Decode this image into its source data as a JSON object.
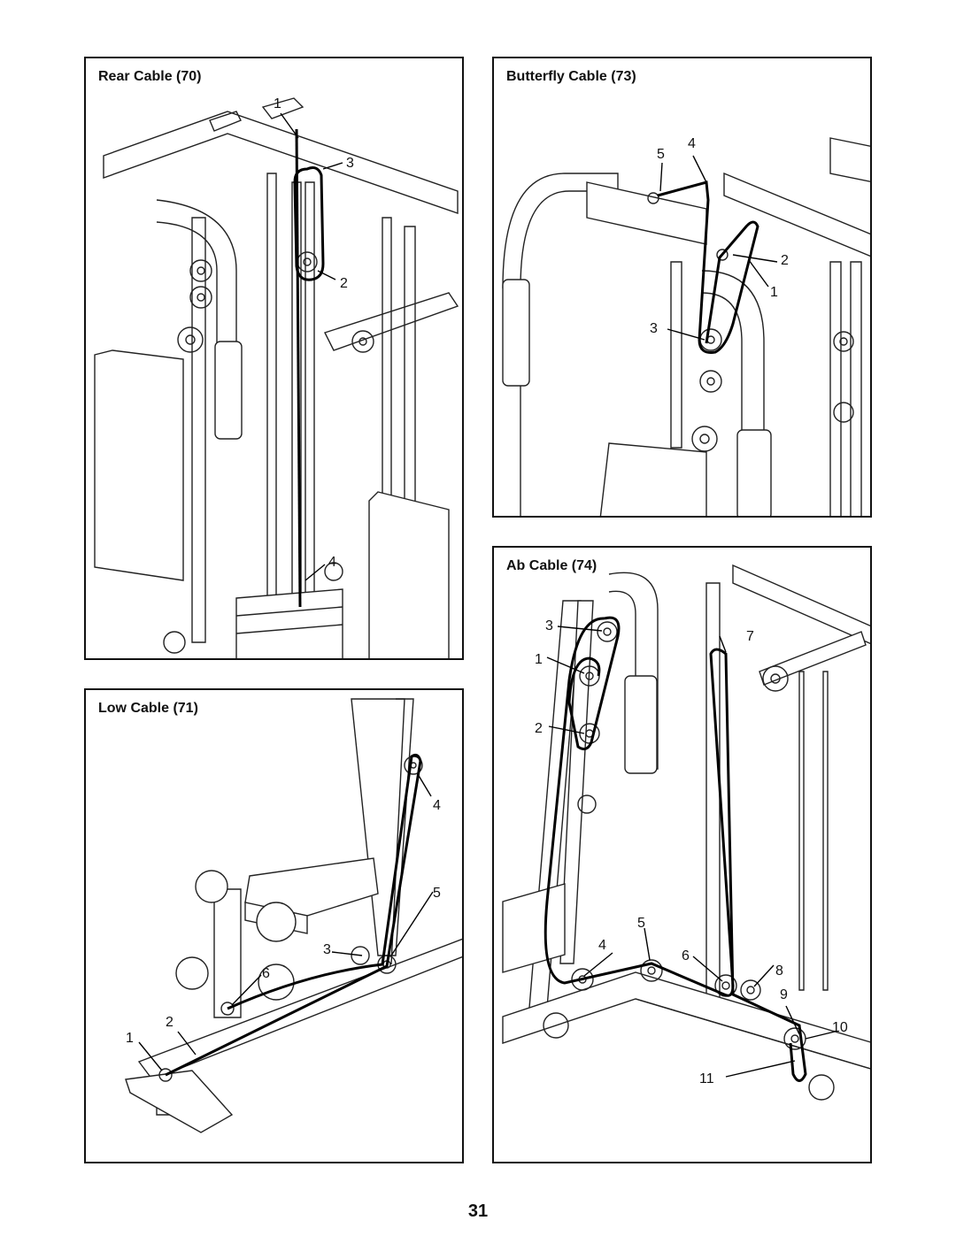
{
  "panels": {
    "rear_cable": {
      "title": "Rear Cable (70)",
      "callouts": [
        "1",
        "3",
        "2",
        "4"
      ]
    },
    "butterfly_cable": {
      "title": "Butterfly Cable (73)",
      "callouts": [
        "4",
        "5",
        "2",
        "1",
        "3"
      ]
    },
    "low_cable": {
      "title": "Low Cable (71)",
      "callouts": [
        "4",
        "5",
        "3",
        "6",
        "2",
        "1"
      ]
    },
    "ab_cable": {
      "title": "Ab Cable (74)",
      "callouts": [
        "3",
        "7",
        "1",
        "2",
        "5",
        "4",
        "6",
        "8",
        "9",
        "10",
        "11"
      ]
    }
  },
  "page_number": "31"
}
